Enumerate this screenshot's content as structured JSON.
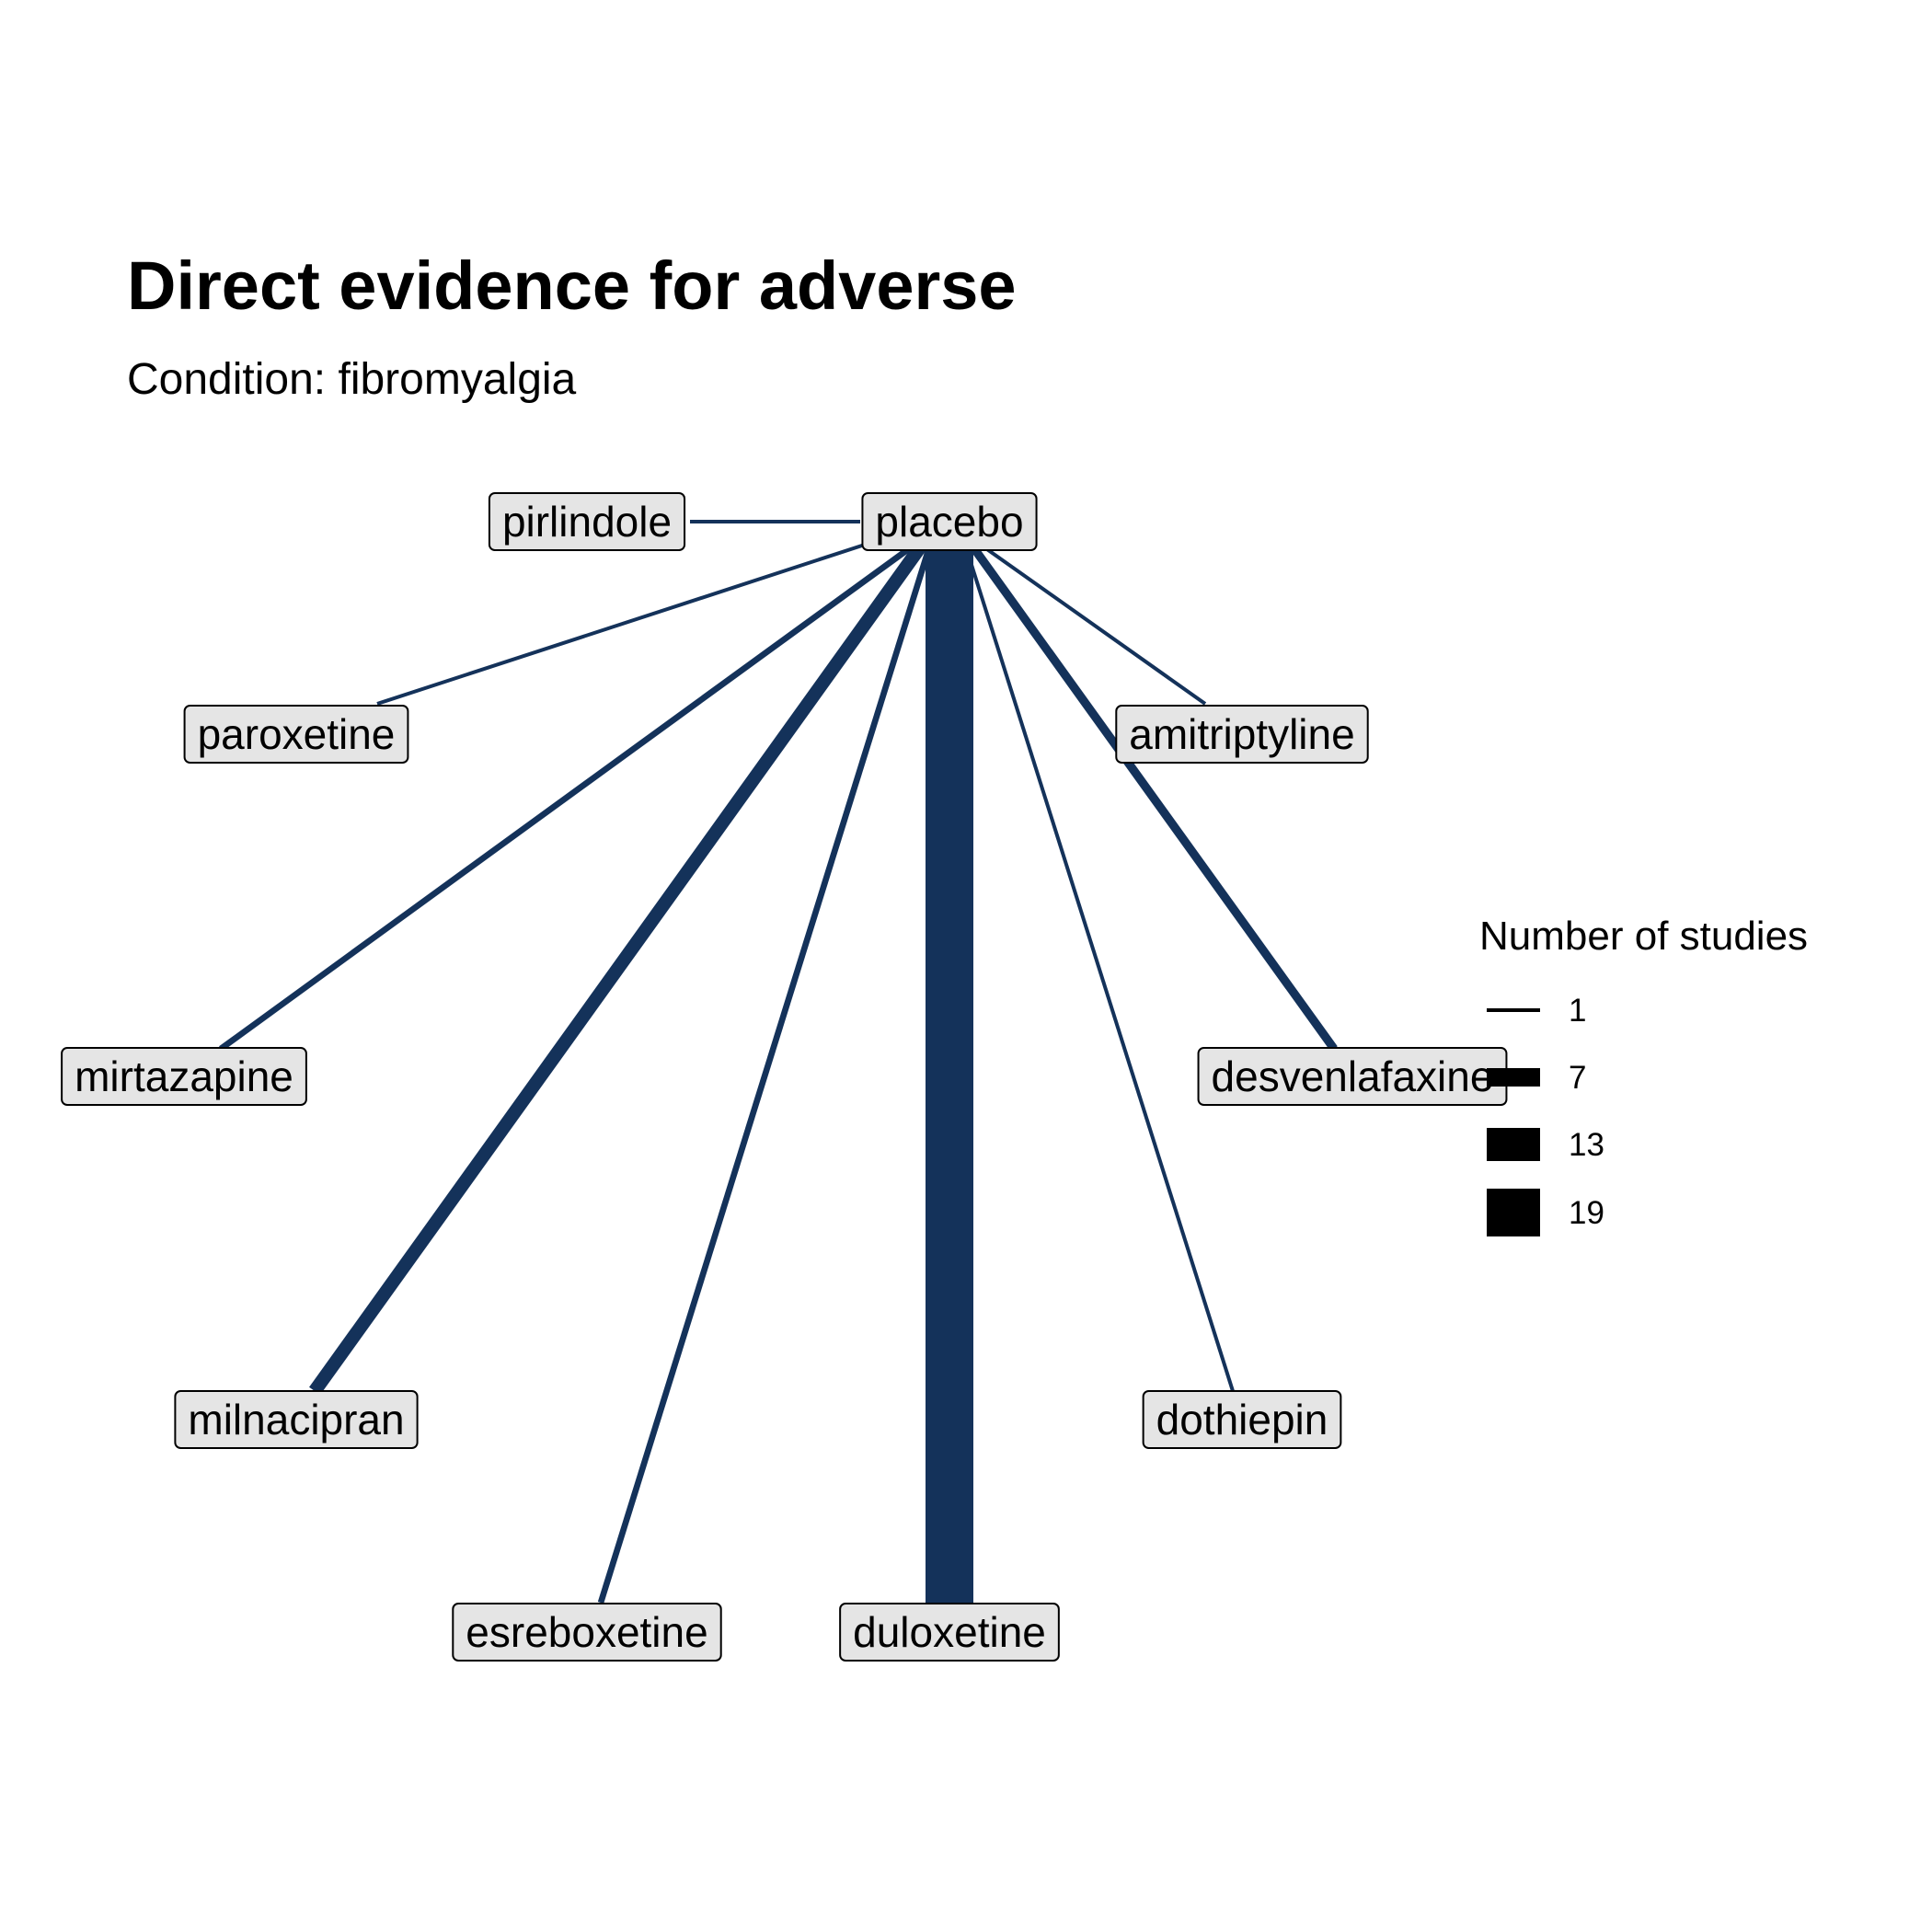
{
  "chart_data": {
    "type": "network",
    "title": "Direct evidence for adverse",
    "subtitle": "Condition: fibromyalgia",
    "hub": "placebo",
    "nodes": [
      "placebo",
      "pirlindole",
      "paroxetine",
      "amitriptyline",
      "mirtazapine",
      "desvenlafaxine",
      "milnacipran",
      "dothiepin",
      "esreboxetine",
      "duloxetine"
    ],
    "edges": [
      {
        "from": "placebo",
        "to": "pirlindole",
        "studies": 1
      },
      {
        "from": "placebo",
        "to": "paroxetine",
        "studies": 1
      },
      {
        "from": "placebo",
        "to": "amitriptyline",
        "studies": 1
      },
      {
        "from": "placebo",
        "to": "mirtazapine",
        "studies": 2
      },
      {
        "from": "placebo",
        "to": "desvenlafaxine",
        "studies": 3
      },
      {
        "from": "placebo",
        "to": "milnacipran",
        "studies": 5
      },
      {
        "from": "placebo",
        "to": "dothiepin",
        "studies": 1
      },
      {
        "from": "placebo",
        "to": "esreboxetine",
        "studies": 2
      },
      {
        "from": "placebo",
        "to": "duloxetine",
        "studies": 19
      }
    ],
    "legend": {
      "title": "Number of studies",
      "position": "right",
      "values": [
        1,
        7,
        13,
        19
      ]
    },
    "colors": {
      "edge": "#14325a",
      "node_fill": "#e5e5e5",
      "node_border": "#000000",
      "legend_key": "#000000"
    }
  }
}
